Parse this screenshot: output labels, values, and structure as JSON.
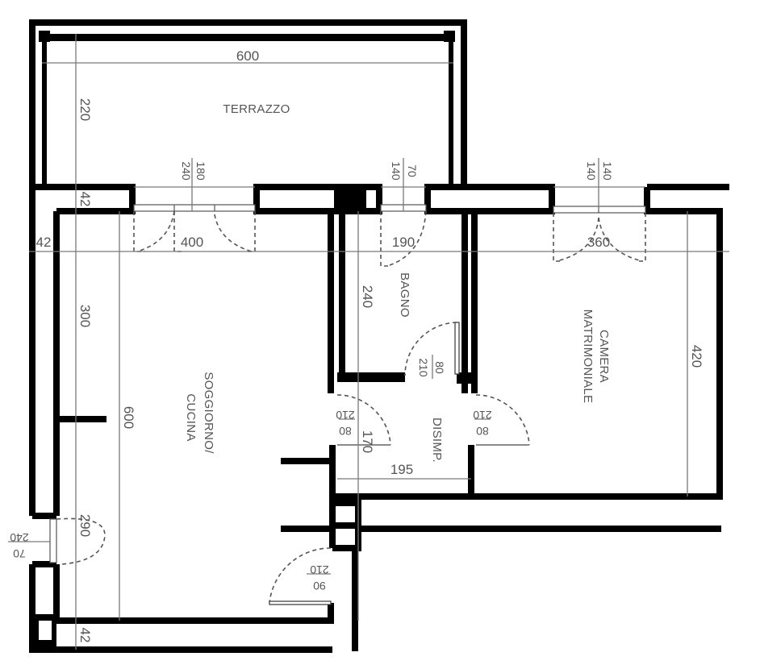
{
  "rooms": {
    "terrace": "TERRAZZO",
    "bathroom": "BAGNO",
    "living_line1": "SOGGIORNO/",
    "living_line2": "CUCINA",
    "bedroom_line1": "CAMERA",
    "bedroom_line2": "MATRIMONIALE",
    "hallway": "DISIMP."
  },
  "dimensions": {
    "terrace_width": "600",
    "terrace_depth": "220",
    "wall_top_left": "42",
    "wall_left_top": "42",
    "wall_bottom_left": "42",
    "living_window_span": "400",
    "bathroom_width": "190",
    "bedroom_width": "360",
    "bathroom_depth": "240",
    "living_upper_depth": "300",
    "living_depth": "600",
    "bedroom_depth": "420",
    "hallway_depth": "170",
    "hallway_width": "195",
    "living_lower_segment": "290"
  },
  "openings": {
    "living_window": {
      "height": "240",
      "width": "180"
    },
    "bathroom_window": {
      "height": "140",
      "width": "70"
    },
    "bedroom_window": {
      "height": "140",
      "width": "140"
    },
    "bathroom_door": {
      "width": "80",
      "height": "210"
    },
    "living_door": {
      "width": "80",
      "height": "210"
    },
    "bedroom_door": {
      "width": "80",
      "height": "210"
    },
    "entrance_door": {
      "width": "90",
      "height": "210"
    },
    "side_window": {
      "width": "70",
      "height": "240"
    }
  }
}
